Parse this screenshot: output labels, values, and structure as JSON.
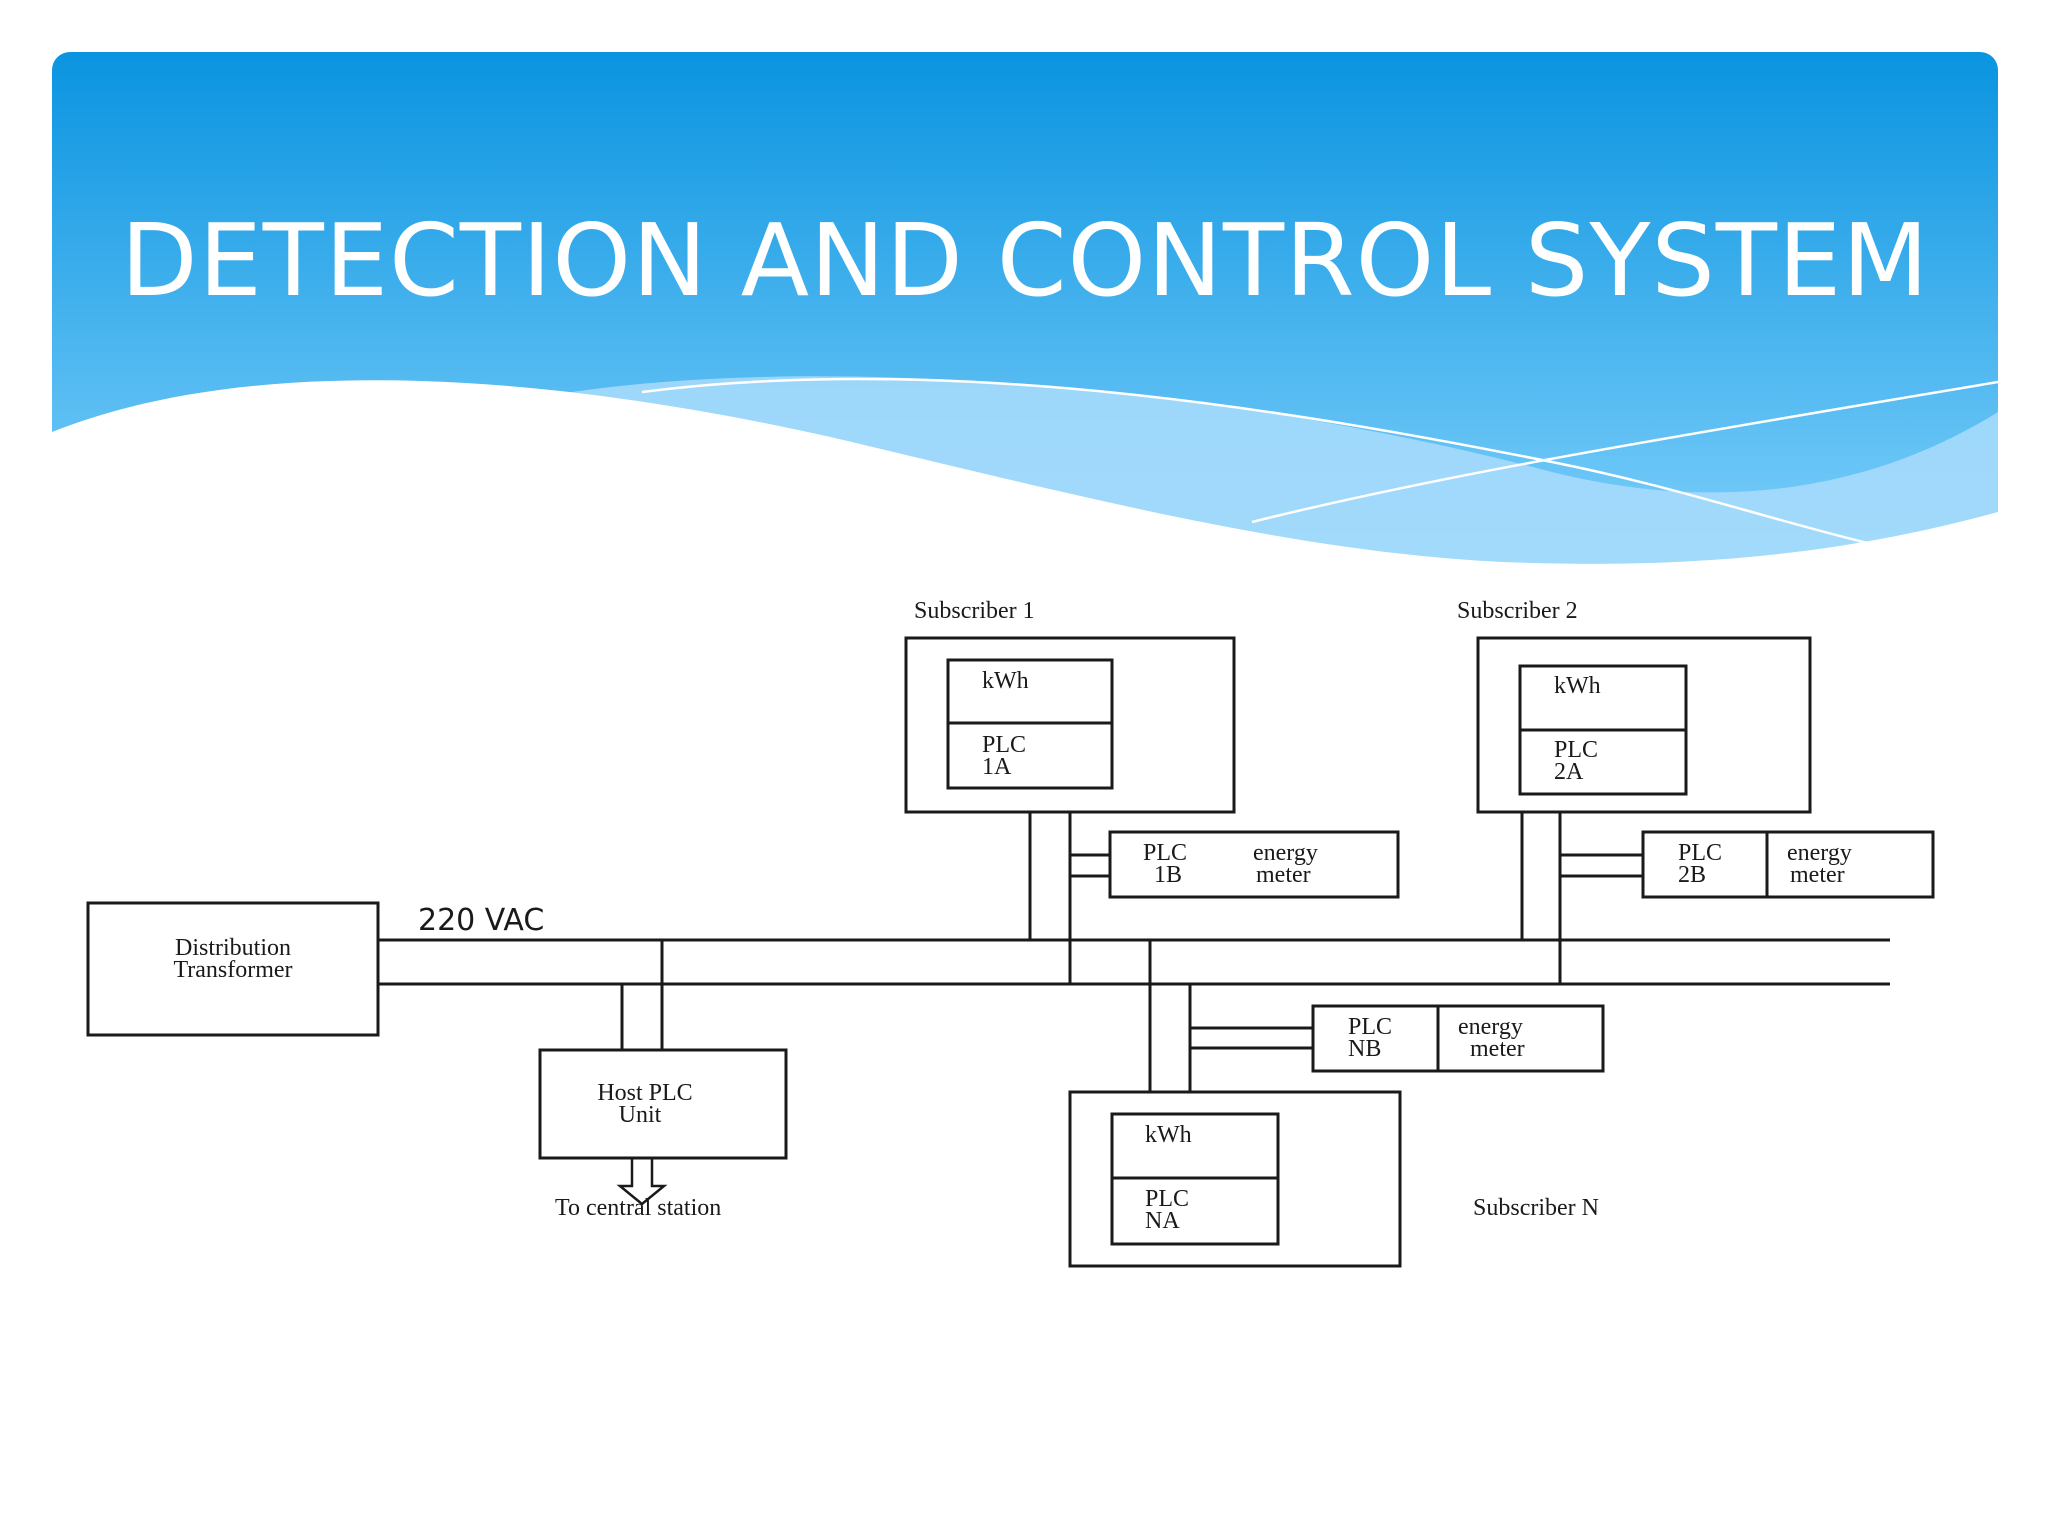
{
  "slide": {
    "title": "DETECTION AND CONTROL SYSTEM",
    "colors": {
      "header_top": "#0a94e0",
      "header_bottom": "#7fd0fb",
      "wave_light": "#a9dcfb",
      "background": "#ffffff"
    }
  },
  "diagram": {
    "subscriber1": {
      "label": "Subscriber 1",
      "kwh": "kWh",
      "plc_a_line1": "PLC",
      "plc_a_line2": "1A",
      "plc_b_line1": "PLC",
      "plc_b_line2": "1B",
      "meter_line1": "energy",
      "meter_line2": "meter"
    },
    "subscriber2": {
      "label": "Subscriber 2",
      "kwh": "kWh",
      "plc_a_line1": "PLC",
      "plc_a_line2": "2A",
      "plc_b_line1": "PLC",
      "plc_b_line2": "2B",
      "meter_line1": "energy",
      "meter_line2": "meter"
    },
    "subscriberN": {
      "label": "Subscriber N",
      "kwh": "kWh",
      "plc_a_line1": "PLC",
      "plc_a_line2": "NA",
      "plc_b_line1": "PLC",
      "plc_b_line2": "NB",
      "meter_line1": "energy",
      "meter_line2": "meter"
    },
    "transformer_line1": "Distribution",
    "transformer_line2": "Transformer",
    "voltage_label": "220 VAC",
    "host_line1": "Host PLC",
    "host_line2": "Unit",
    "central_label": "To central station"
  }
}
